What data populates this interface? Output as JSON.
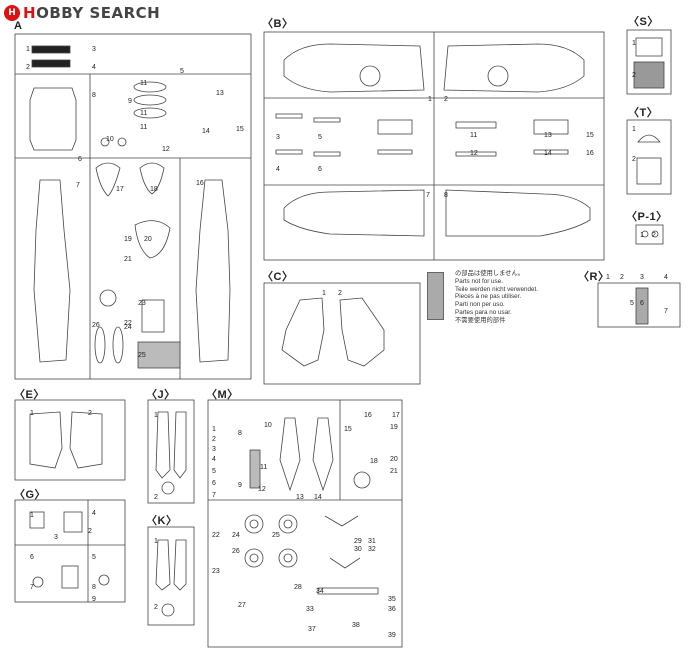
{
  "watermark": {
    "logo_letter": "H",
    "brand_h": "H",
    "brand_rest": "OBBY SEARCH"
  },
  "sprues": {
    "A": {
      "label": "A"
    },
    "B": {
      "label": "〈B〉"
    },
    "C": {
      "label": "〈C〉"
    },
    "E": {
      "label": "〈E〉"
    },
    "G": {
      "label": "〈G〉"
    },
    "J": {
      "label": "〈J〉"
    },
    "K": {
      "label": "〈K〉"
    },
    "M": {
      "label": "〈M〉"
    },
    "R": {
      "label": "〈R〉"
    },
    "S": {
      "label": "〈S〉"
    },
    "T": {
      "label": "〈T〉"
    },
    "P1": {
      "label": "〈P-1〉"
    }
  },
  "part_numbers": {
    "A": [
      "1",
      "2",
      "3",
      "4",
      "5",
      "6",
      "7",
      "8",
      "9",
      "10",
      "11",
      "11",
      "11",
      "12",
      "13",
      "14",
      "15",
      "16",
      "17",
      "18",
      "19",
      "20",
      "21",
      "22",
      "23",
      "24",
      "25",
      "26"
    ],
    "B": [
      "1",
      "2",
      "3",
      "4",
      "5",
      "6",
      "7",
      "8",
      "11",
      "12",
      "13",
      "14",
      "15",
      "16"
    ],
    "C": [
      "1",
      "2"
    ],
    "E": [
      "1",
      "2"
    ],
    "G": [
      "1",
      "2",
      "3",
      "4",
      "5",
      "6",
      "7",
      "8",
      "9"
    ],
    "J": [
      "1",
      "2"
    ],
    "K": [
      "1",
      "2"
    ],
    "M": [
      "1",
      "2",
      "3",
      "4",
      "5",
      "6",
      "7",
      "8",
      "9",
      "10",
      "11",
      "12",
      "13",
      "14",
      "15",
      "16",
      "17",
      "18",
      "19",
      "20",
      "21",
      "22",
      "23",
      "24",
      "25",
      "26",
      "27",
      "28",
      "29",
      "30",
      "31",
      "32",
      "33",
      "34",
      "35",
      "36",
      "37",
      "38",
      "39"
    ],
    "R": [
      "1",
      "2",
      "3",
      "4",
      "5",
      "6",
      "7"
    ],
    "S": [
      "1",
      "2"
    ],
    "T": [
      "1",
      "2"
    ],
    "P1": [
      "1",
      "2"
    ]
  },
  "notes": {
    "lines": [
      "の部品は使用しません。",
      "Parts not for use.",
      "Teile werden nicht verwendet.",
      "Pieces à ne pas utiliser.",
      "Parti non per uso.",
      "Partes para no usar.",
      "不需要使用的部件"
    ]
  }
}
